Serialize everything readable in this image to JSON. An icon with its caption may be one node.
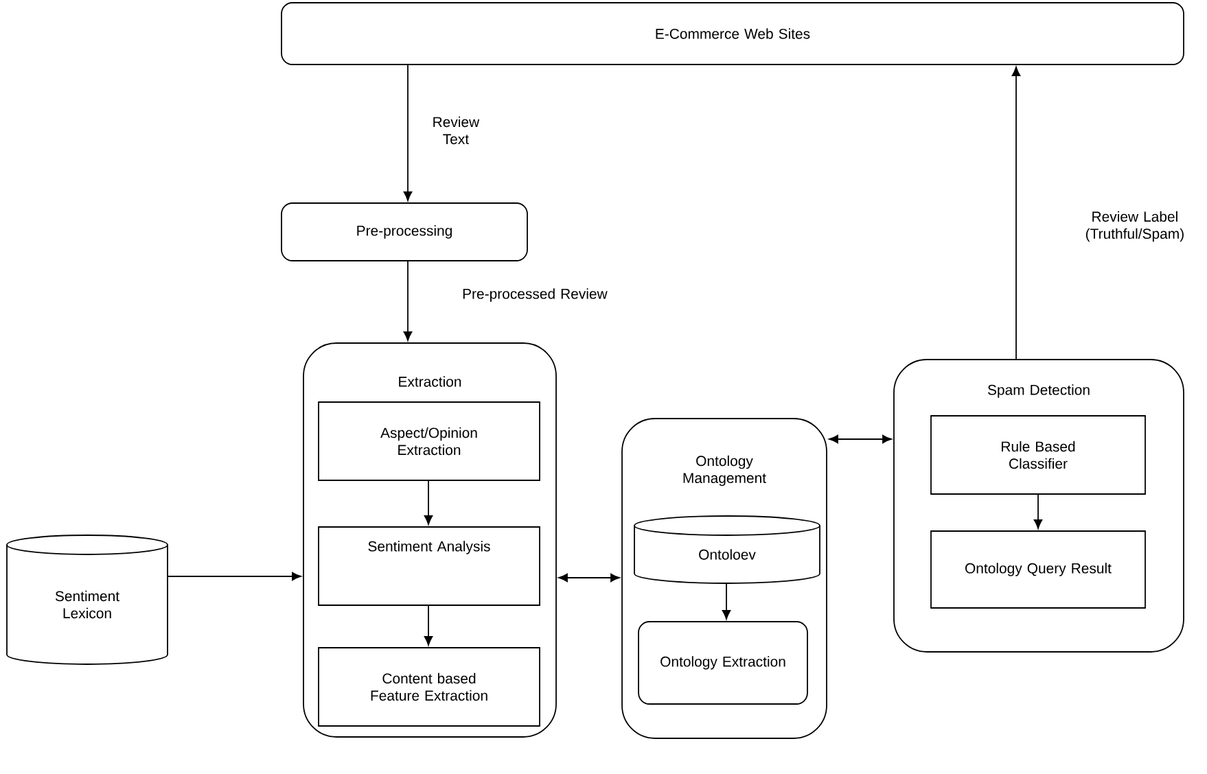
{
  "diagram": {
    "nodes": [
      {
        "text": [
          "E-Commerce Web Sites"
        ]
      },
      {
        "text": [
          "Pre-processing"
        ]
      },
      {
        "text": [
          "Extraction"
        ]
      },
      {
        "text": [
          "Aspect/Opinion Extraction"
        ],
        "in": 2
      },
      {
        "text": [
          "Sentiment Analysis"
        ],
        "in": 2
      },
      {
        "text": [
          "Content based Feature Extraction"
        ],
        "in": 2
      },
      {
        "text": [
          "Sentiment Lexicon"
        ]
      },
      {
        "text": [
          "Ontology Management"
        ]
      },
      {
        "text": [
          "Ontoloev"
        ],
        "in": 7
      },
      {
        "text": [
          "Ontology Extraction"
        ],
        "in": 7
      },
      {
        "text": [
          "Spam Detection"
        ]
      },
      {
        "text": [
          "Rule Based Classifier"
        ],
        "in": 10
      },
      {
        "text": [
          "Ontology Query Result"
        ],
        "in": 10
      }
    ],
    "edges": [
      {
        "from": 0,
        "to": 1,
        "arrow": "to",
        "label": "Review Text"
      },
      {
        "from": 1,
        "to": 2,
        "arrow": "to",
        "label": "Pre-processed Review"
      },
      {
        "from": 10,
        "to": 0,
        "arrow": "to",
        "label": "Review Label (Truthful/Spam)"
      },
      {
        "from": 6,
        "to": 2,
        "arrow": "to"
      },
      {
        "from": 3,
        "to": 4,
        "arrow": "to"
      },
      {
        "from": 4,
        "to": 5,
        "arrow": "to"
      },
      {
        "from": 2,
        "to": 7,
        "arrow": "both"
      },
      {
        "from": 7,
        "to": 10,
        "arrow": "both"
      },
      {
        "from": 8,
        "to": 9,
        "arrow": "to"
      },
      {
        "from": 11,
        "to": 12,
        "arrow": "to"
      }
    ]
  }
}
